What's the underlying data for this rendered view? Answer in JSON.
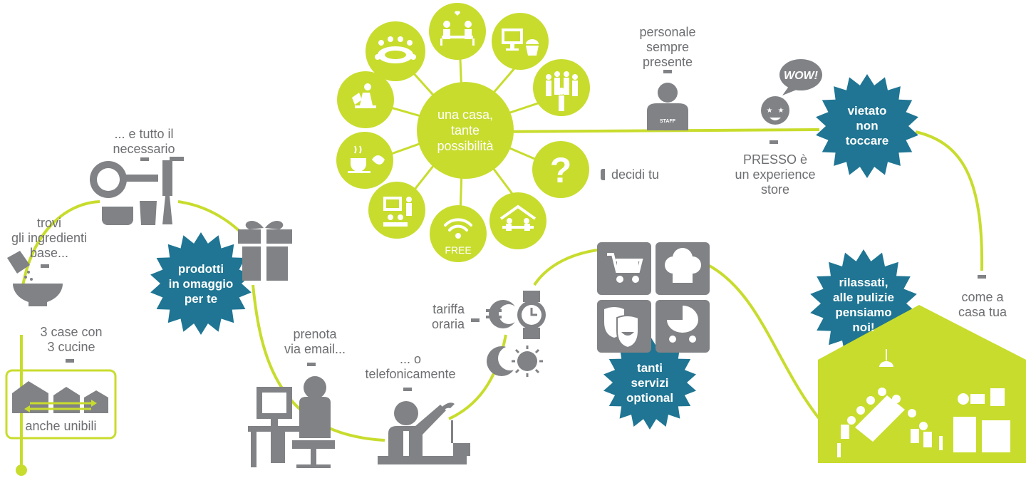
{
  "colors": {
    "lime": "#c8dc2d",
    "teal": "#1f7593",
    "gray": "#808285",
    "text": "#6d6e71",
    "white": "#ffffff"
  },
  "hub": {
    "lines": [
      "una casa,",
      "tante",
      "possibilità"
    ]
  },
  "hub_icons": [
    {
      "name": "banquet-table-icon"
    },
    {
      "name": "couple-dinner-icon"
    },
    {
      "name": "monitor-cupcake-icon"
    },
    {
      "name": "party-crowd-icon"
    },
    {
      "name": "question-icon"
    },
    {
      "name": "house-meeting-icon"
    },
    {
      "name": "wifi-icon",
      "label": "FREE"
    },
    {
      "name": "presentation-icon"
    },
    {
      "name": "coffee-croissant-icon"
    },
    {
      "name": "reading-person-icon"
    }
  ],
  "labels": {
    "decidi": "decidi tu",
    "personale": [
      "personale",
      "sempre",
      "presente"
    ],
    "staff": "STAFF",
    "wow": "WOW!",
    "presso": [
      "PRESSO è",
      "un experience",
      "store"
    ],
    "tutto": [
      "... e tutto il",
      "necessario"
    ],
    "trovi": [
      "trovi",
      "gli ingredienti",
      "base..."
    ],
    "case": [
      "3 case con",
      "3 cucine"
    ],
    "unibili": "anche unibili",
    "prenota": [
      "prenota",
      "via email..."
    ],
    "telefono": [
      "... o",
      "telefonicamente"
    ],
    "tariffa": [
      "tariffa",
      "oraria"
    ],
    "come": [
      "come a",
      "casa tua"
    ]
  },
  "badges": {
    "vietato": [
      "vietato",
      "non",
      "toccare"
    ],
    "prodotti": [
      "prodotti",
      "in omaggio",
      "per te"
    ],
    "servizi": [
      "tanti",
      "servizi",
      "optional"
    ],
    "rilassati": [
      "rilassati,",
      "alle pulizie",
      "pensiamo",
      "noi!"
    ]
  },
  "service_icons": [
    {
      "name": "shopping-cart-icon"
    },
    {
      "name": "chef-hat-icon"
    },
    {
      "name": "theatre-masks-icon"
    },
    {
      "name": "baby-stroller-icon"
    }
  ]
}
